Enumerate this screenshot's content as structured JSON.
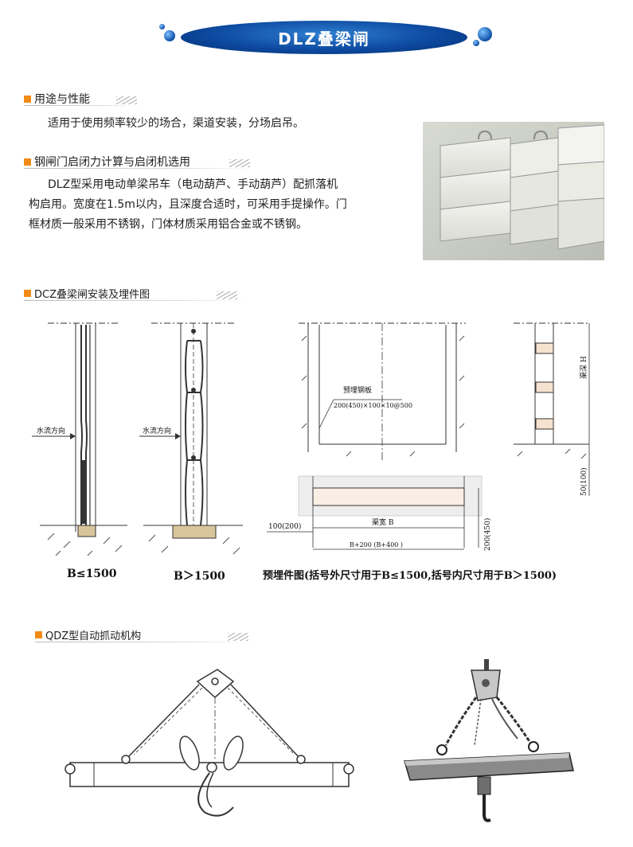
{
  "title": "DLZ叠梁闸",
  "sections": {
    "usage": {
      "heading": "用途与性能",
      "text": "适用于使用频率较少的场合，渠道安装，分场启吊。"
    },
    "calc": {
      "heading": "钢闸门启闭力计算与启闭机选用",
      "lines": [
        "DLZ型采用电动单梁吊车（电动葫芦、手动葫芦）配抓落机",
        "构启用。宽度在1.5m以内，且深度合适时，可采用手提操作。门",
        "框材质一般采用不锈钢，门体材质采用铝合金或不锈钢。"
      ]
    },
    "install": {
      "heading": "DCZ叠梁闸安装及埋件图"
    },
    "mechanism": {
      "heading": "QDZ型自动抓动机构"
    }
  },
  "drawing": {
    "flow_label_1": "水流方向",
    "flow_label_2": "水流方向",
    "caption_1": "B≤1500",
    "caption_2": "B＞1500",
    "embed_label": "预埋钢板",
    "embed_dims": "200(450)×100×10@500",
    "depth_label": "渠深 H",
    "dim_50": "50(100)",
    "dim_100": "100(200)",
    "width_label": "渠宽 B",
    "width_formula": "B+200 (B+400 )",
    "dim_200": "200(450)",
    "embed_caption": "预埋件图(括号外尺寸用于B≤1500,括号内尺寸用于B＞1500)"
  },
  "colors": {
    "banner": "#0d4aa0",
    "accent": "#f28a16"
  }
}
